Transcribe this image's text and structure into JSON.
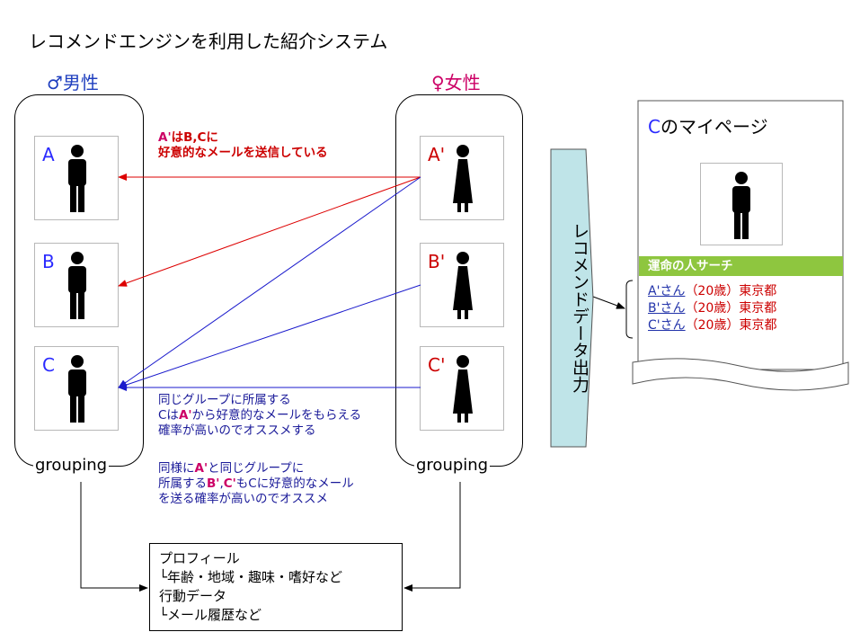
{
  "title": "レコメンドエンジンを利用した紹介システム",
  "male_group": {
    "label": "♂男性",
    "members": [
      {
        "letter": "A"
      },
      {
        "letter": "B"
      },
      {
        "letter": "C"
      }
    ],
    "grouping_label": "grouping"
  },
  "female_group": {
    "label": "♀女性",
    "members": [
      {
        "letter": "A'"
      },
      {
        "letter": "B'"
      },
      {
        "letter": "C'"
      }
    ],
    "grouping_label": "grouping"
  },
  "notes": {
    "top": {
      "line1_hl": "A'",
      "line1_rest": "はB,Cに",
      "line2": "好意的なメールを送信している"
    },
    "middle": {
      "line1": "同じグループに所属する",
      "line2_a": "Cは",
      "line2_hl": "A'",
      "line2_b": "から好意的なメールをもらえる",
      "line3": "確率が高いのでオススメする"
    },
    "bottom": {
      "line1_a": "同様に",
      "line1_hl": "A'",
      "line1_b": "と同じグループに",
      "line2_a": "所属する",
      "line2_hl1": "B'",
      "line2_sep": ",",
      "line2_hl2": "C'",
      "line2_b": "もCに好意的なメール",
      "line3": "を送る確率が高いのでオススメ"
    }
  },
  "profile_box": {
    "line1": "プロフィール",
    "line2": "└年齢・地域・趣味・嗜好など",
    "line3": "行動データ",
    "line4": "└メール履歴など"
  },
  "recommend_output_label": "レコメンドデータ出力",
  "mypage": {
    "title_letter": "C",
    "title_rest": "のマイページ",
    "search_bar_label": "運命の人サーチ",
    "results": [
      {
        "name": "A'さん",
        "meta": "（20歳）東京都"
      },
      {
        "name": "B'さん",
        "meta": "（20歳）東京都"
      },
      {
        "name": "C'さん",
        "meta": "（20歳）東京都"
      }
    ]
  },
  "colors": {
    "male_blue": "#1f3fbf",
    "female_pink": "#cc0066",
    "arrow_red": "#dd0000",
    "arrow_blue": "#1a1acc",
    "green_bar": "#8ec63f",
    "reco_bar": "#bfe4e8"
  }
}
